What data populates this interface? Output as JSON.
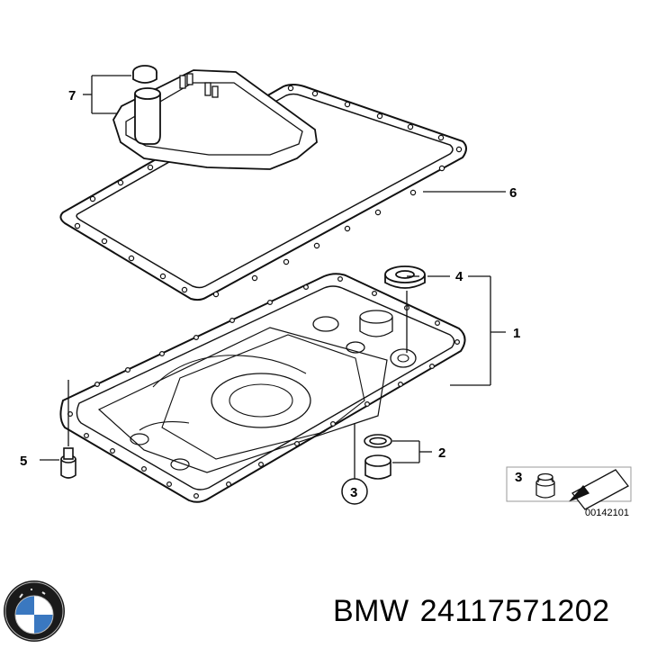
{
  "callouts": {
    "c1": "1",
    "c2": "2",
    "c3": "3",
    "c4": "4",
    "c5": "5",
    "c6": "6",
    "c7": "7"
  },
  "legend": {
    "number": "3",
    "reference": "00142101"
  },
  "footer": {
    "brand": "BMW",
    "part_number": "24117571202"
  }
}
